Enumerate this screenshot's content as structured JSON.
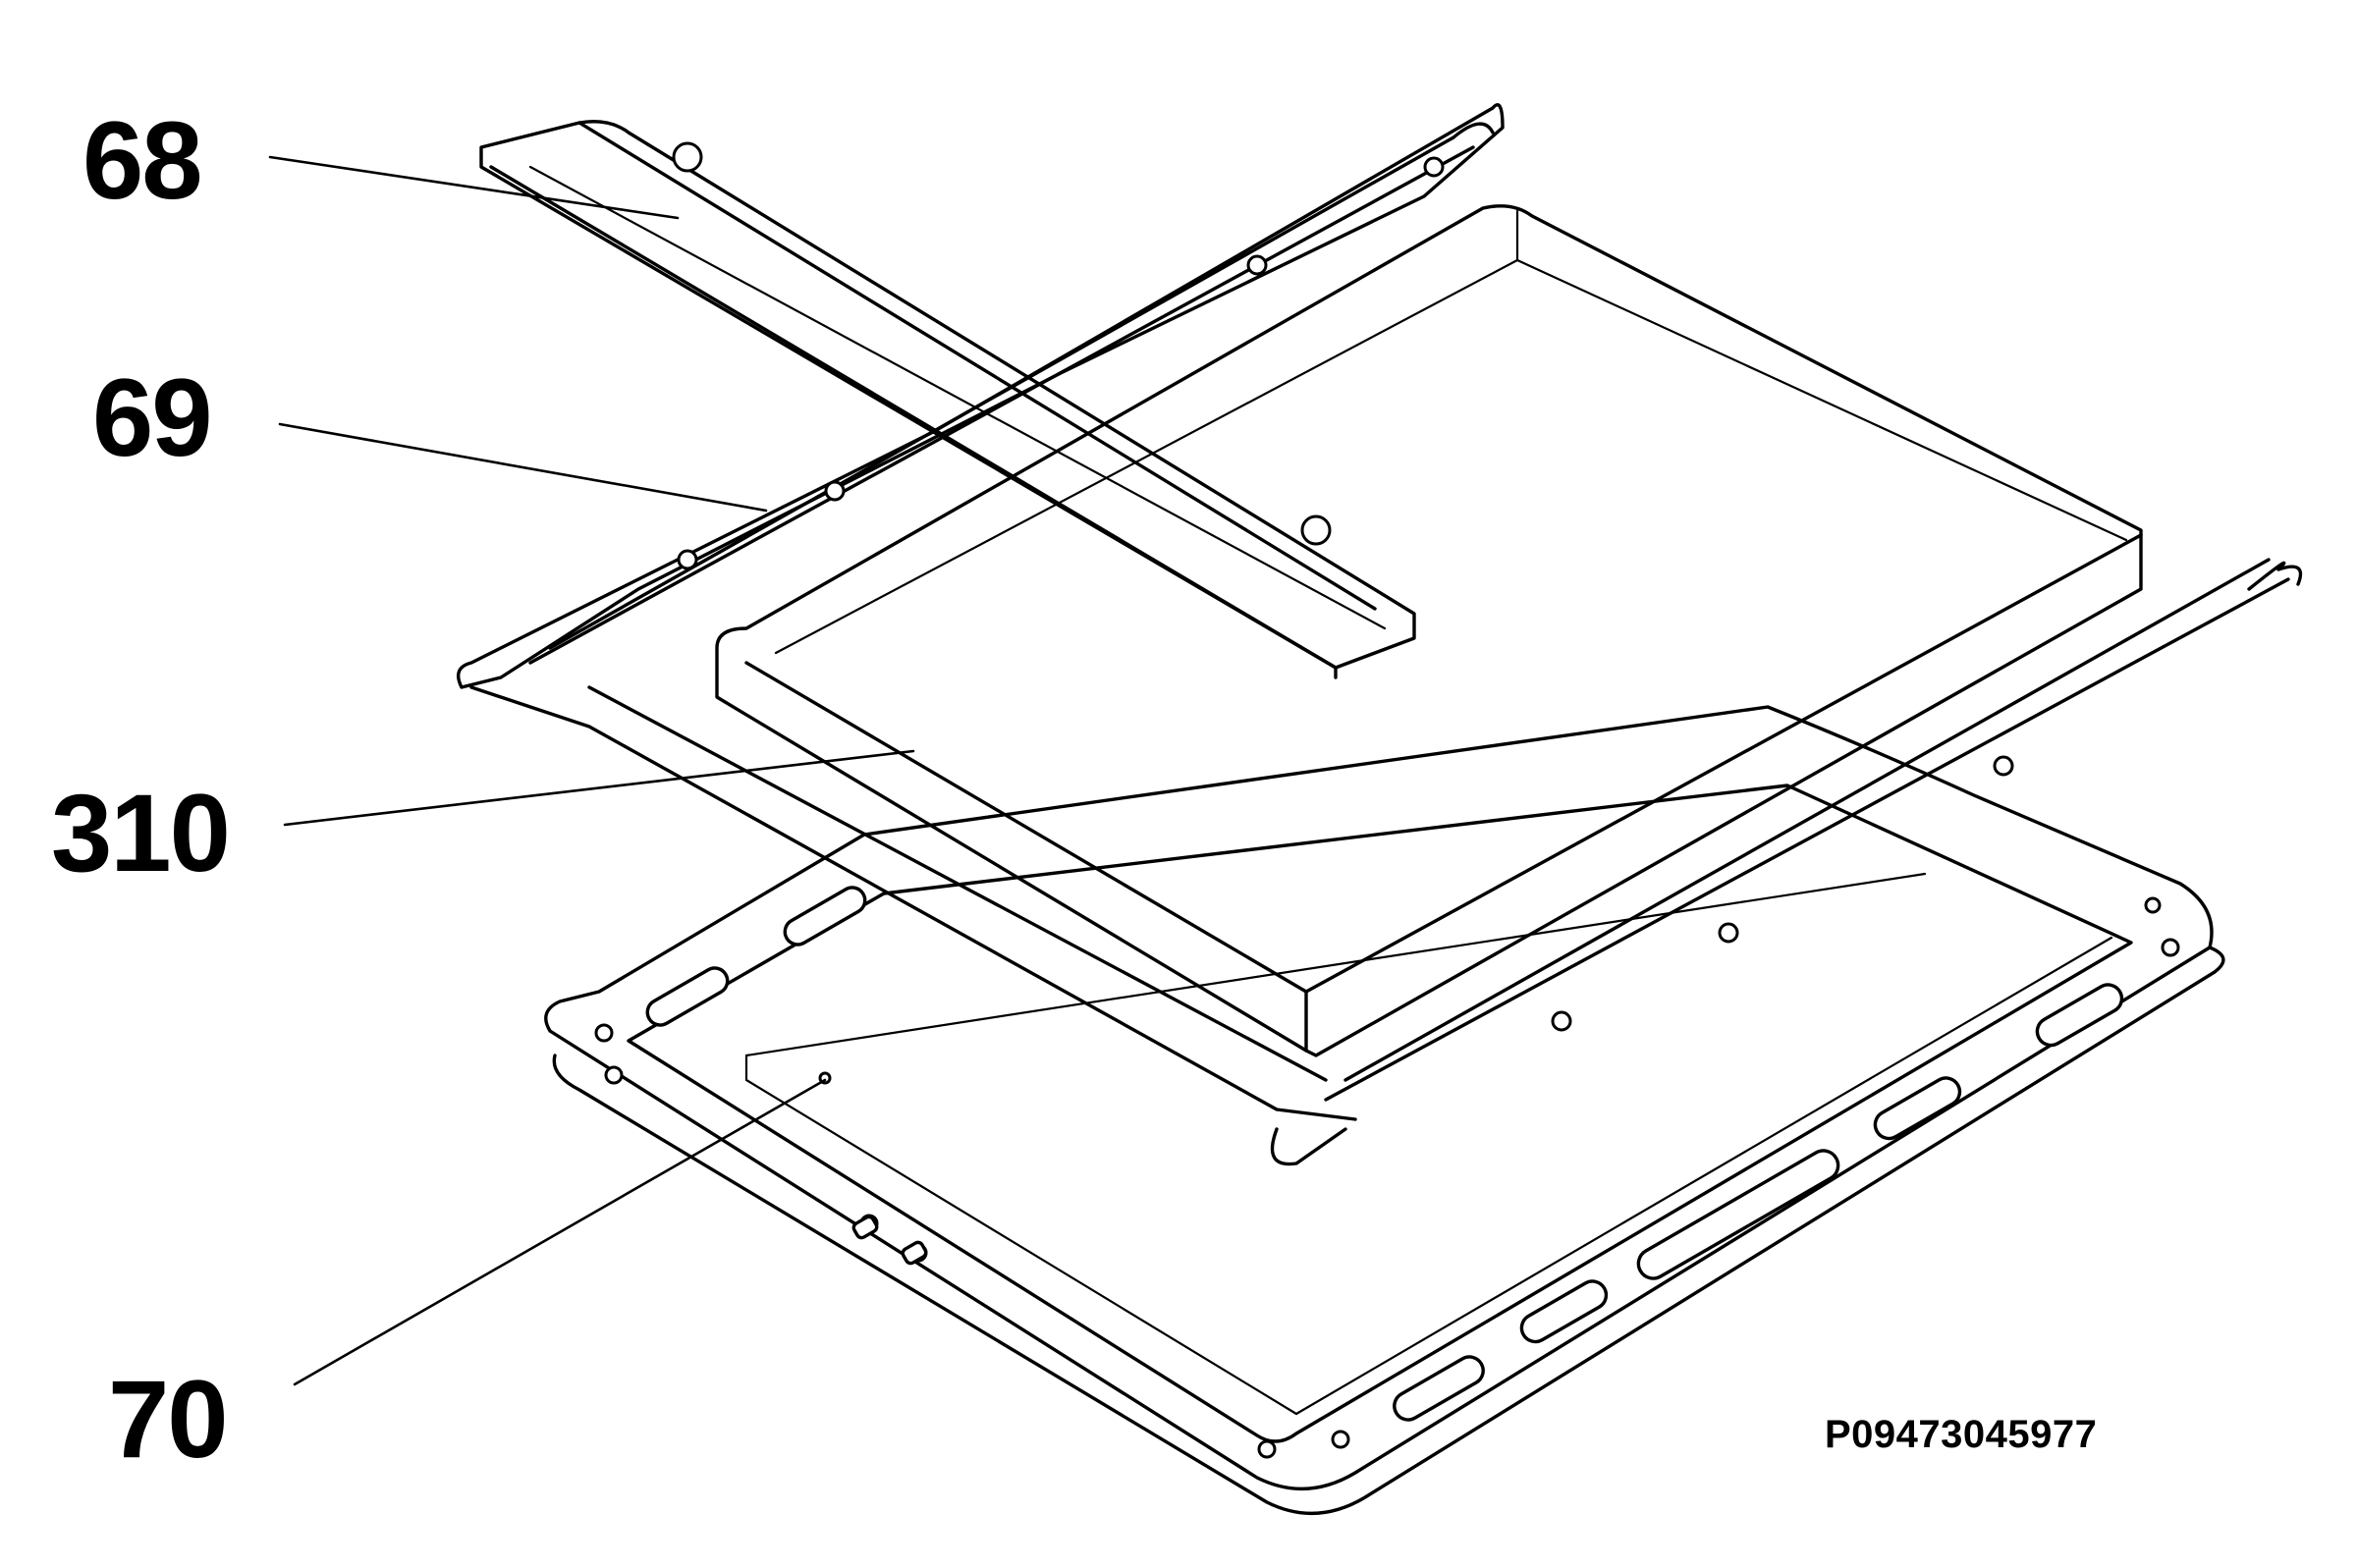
{
  "diagram": {
    "callouts": {
      "part_68": "68",
      "part_69": "69",
      "part_310": "310",
      "part_70": "70"
    },
    "document_code": "P09473045977"
  },
  "colors": {
    "ink": "#000000",
    "paper": "#ffffff"
  }
}
